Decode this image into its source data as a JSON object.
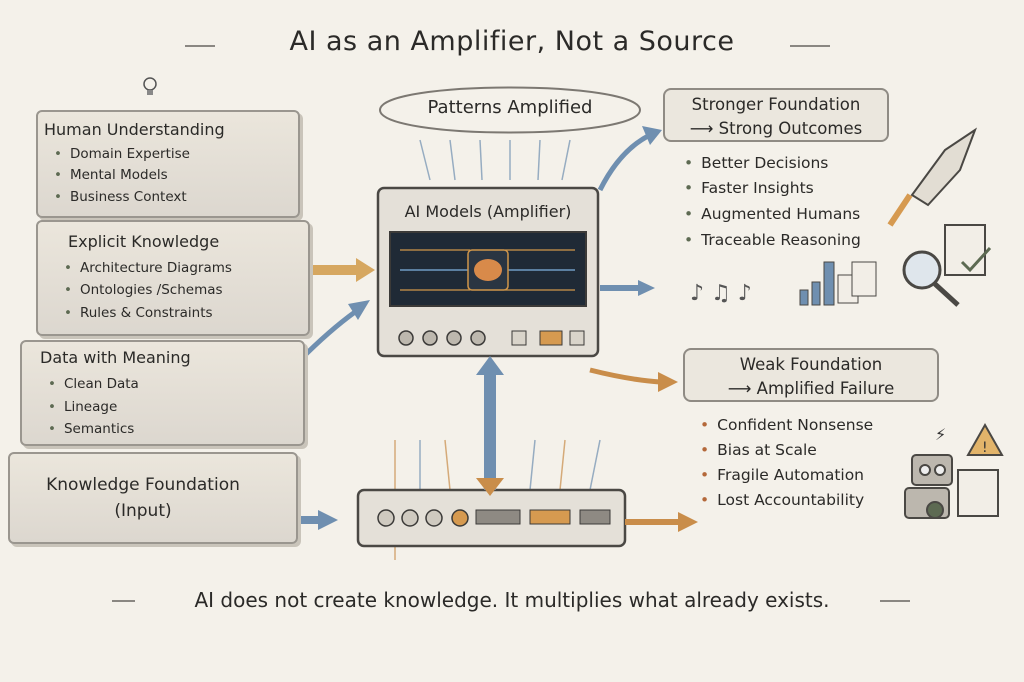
{
  "title": "AI as an Amplifier, Not a Source",
  "left": {
    "human": {
      "title": "Human Understanding",
      "items": [
        "Domain Expertise",
        "Mental Models",
        "Business Context"
      ]
    },
    "explicit": {
      "title": "Explicit Knowledge",
      "items": [
        "Architecture Diagrams",
        "Ontologies /Schemas",
        "Rules & Constraints"
      ]
    },
    "data": {
      "title": "Data with Meaning",
      "items": [
        "Clean Data",
        "Lineage",
        "Semantics"
      ]
    },
    "foundation": {
      "line1": "Knowledge Foundation",
      "line2": "(Input)"
    }
  },
  "center": {
    "patterns": "Patterns Amplified",
    "model": "AI Models (Amplifier)"
  },
  "right": {
    "strong": {
      "line1": "Stronger Foundation",
      "line2": "Strong Outcomes",
      "items": [
        "Better Decisions",
        "Faster Insights",
        "Augmented Humans",
        "Traceable Reasoning"
      ]
    },
    "weak": {
      "line1": "Weak Foundation",
      "line2": "Amplified Failure",
      "items": [
        "Confident Nonsense",
        "Bias at Scale",
        "Fragile Automation",
        "Lost Accountability"
      ]
    }
  },
  "footer": "AI does not create knowledge. It multiplies what already exists.",
  "colors": {
    "accent_orange": "#d08a3c",
    "accent_blue": "#5a7fa6",
    "ink": "#2b2a28"
  }
}
